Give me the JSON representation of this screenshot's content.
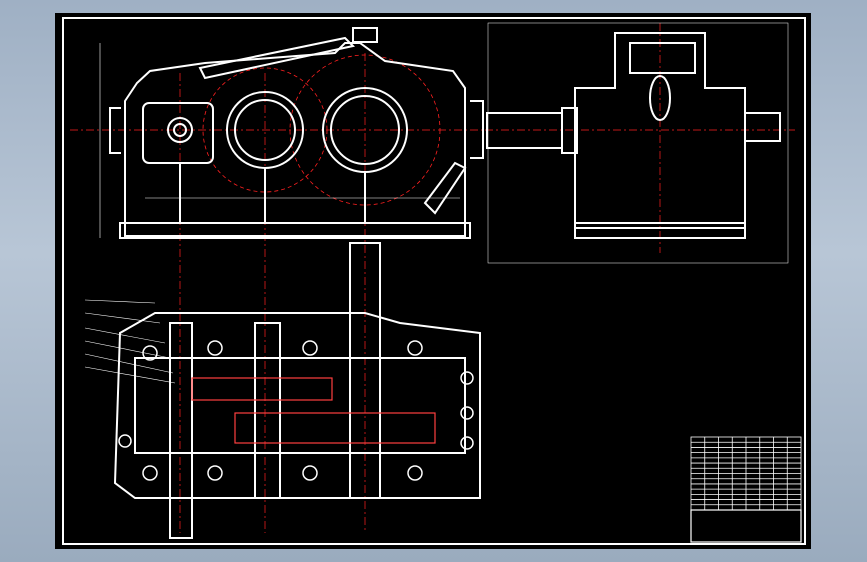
{
  "drawing": {
    "background_color": "#000000",
    "line_color": "#ffffff",
    "centerline_color": "#ff2020",
    "hatch_color": "#ff4040",
    "views": [
      "front-view",
      "side-view",
      "top-section-view"
    ],
    "title_block": {
      "rows": 14,
      "cols": 8
    }
  }
}
